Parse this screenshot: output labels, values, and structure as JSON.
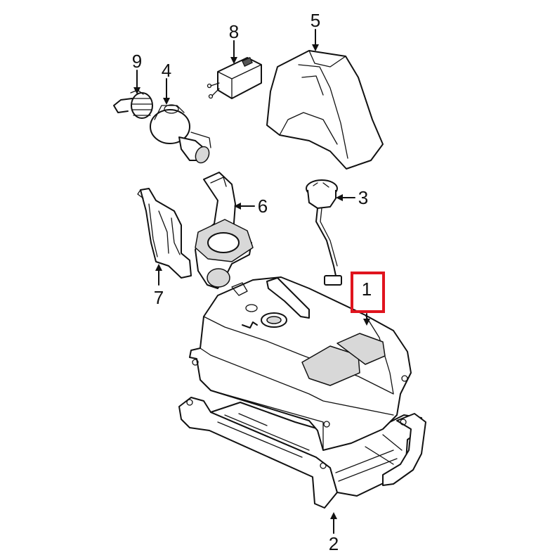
{
  "diagram": {
    "callouts": [
      {
        "id": "c1",
        "label": "1",
        "highlighted": true
      },
      {
        "id": "c2",
        "label": "2",
        "highlighted": false
      },
      {
        "id": "c3",
        "label": "3",
        "highlighted": false
      },
      {
        "id": "c4",
        "label": "4",
        "highlighted": false
      },
      {
        "id": "c5",
        "label": "5",
        "highlighted": false
      },
      {
        "id": "c6",
        "label": "6",
        "highlighted": false
      },
      {
        "id": "c7",
        "label": "7",
        "highlighted": false
      },
      {
        "id": "c8",
        "label": "8",
        "highlighted": false
      },
      {
        "id": "c9",
        "label": "9",
        "highlighted": false
      }
    ],
    "highlight_color": "#e0141e",
    "line_color": "#111111"
  }
}
